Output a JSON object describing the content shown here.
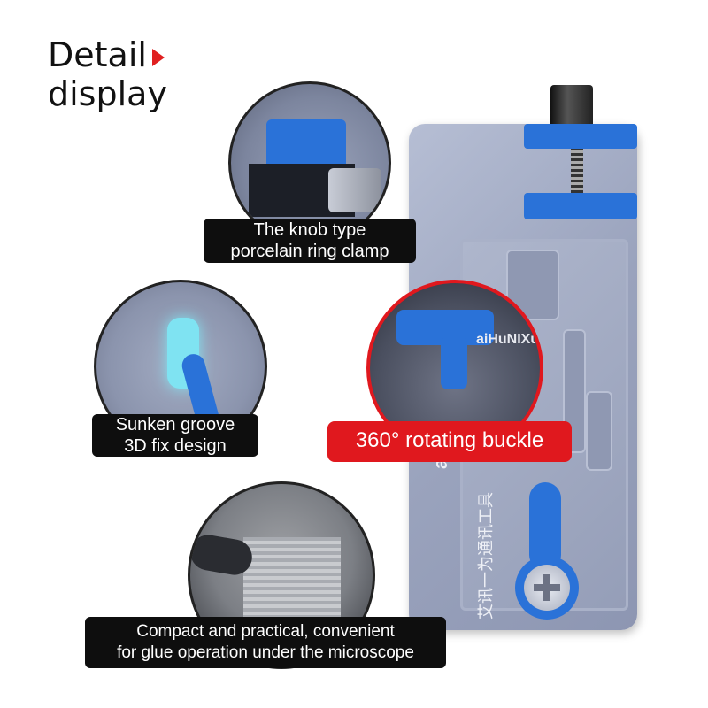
{
  "header": {
    "title_line1": "Detail",
    "title_line2": "display",
    "arrow_color": "#e02020"
  },
  "product": {
    "brand_text": "aiHuNIXun",
    "subtitle_text": "艾讯一为通讯工具",
    "accent_color": "#2a72d8"
  },
  "callouts": [
    {
      "line1": "The knob type",
      "line2": "porcelain ring clamp"
    },
    {
      "line1": "Sunken groove",
      "line2": "3D fix design"
    },
    {
      "line1": "Compact and practical, convenient",
      "line2": "for glue operation under the microscope"
    },
    {
      "line1": "360° rotating buckle"
    }
  ],
  "colors": {
    "highlight_red": "#e0181e",
    "label_dark": "#0e0e0e"
  }
}
